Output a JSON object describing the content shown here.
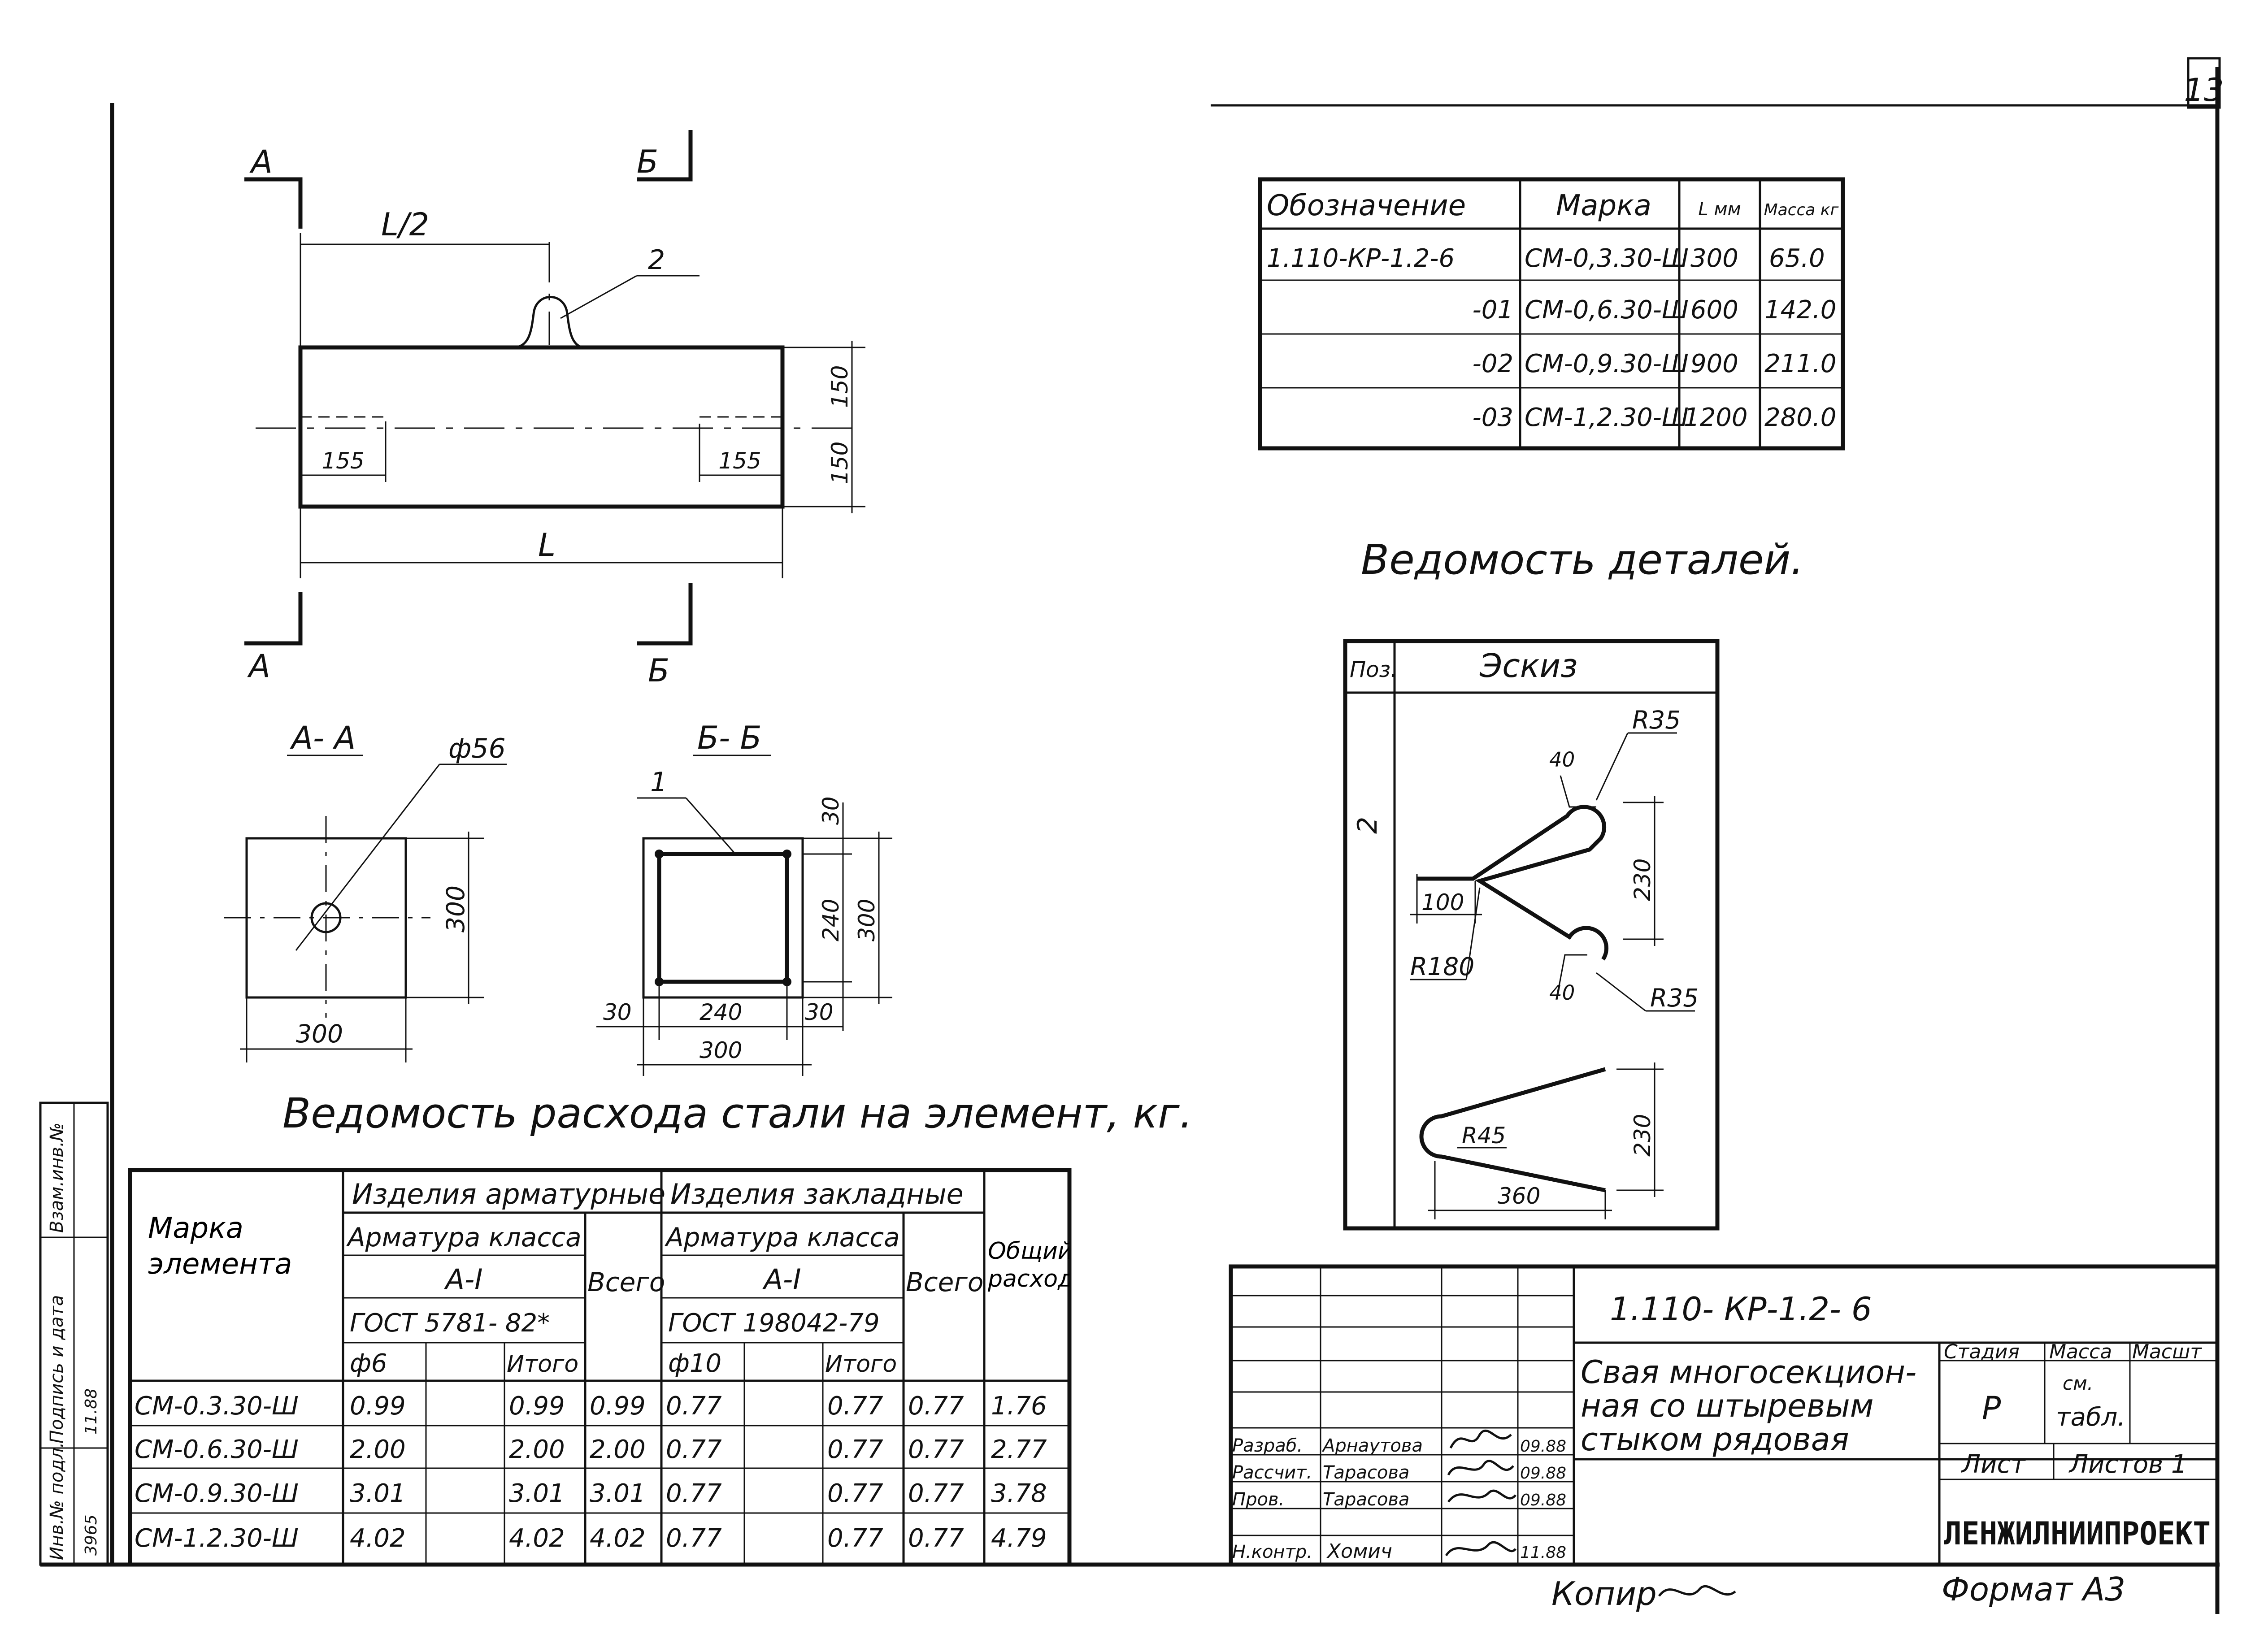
{
  "sheet_number": "13",
  "plan_view": {
    "section_a": "А",
    "section_b": "Б",
    "half_length": "L/2",
    "length": "L",
    "pos_label": "2",
    "dim_height_top": "150",
    "dim_height_bottom": "150",
    "dim_end_left": "155",
    "dim_end_right": "155"
  },
  "section_aa": {
    "title": "А- А",
    "diameter": "ф56",
    "width": "300",
    "height": "300"
  },
  "section_bb": {
    "title": "Б- Б",
    "pos_label": "1",
    "top": "30",
    "inner": "240",
    "total": "300",
    "left": "30",
    "inner_width": "240",
    "right": "30",
    "total_width": "300"
  },
  "steel_title": "Ведомость расхода стали на элемент, кг.",
  "steel_table": {
    "col_mark": "Марка элемента",
    "group_rebar": "Изделия арматурные",
    "group_embedded": "Изделия закладные",
    "class_label": "Арматура класса",
    "class_value": "А-I",
    "gost_rebar": "ГОСТ 5781- 82*",
    "gost_embedded": "ГОСТ 198042-79",
    "sub_d6": "ф6",
    "sub_d10": "ф10",
    "sub_total": "Итого",
    "col_all": "Всего",
    "col_overall": "Общий расход",
    "rows": [
      {
        "mark": "СМ-0.3.30-Ш",
        "d6": "0.99",
        "itogo1": "0.99",
        "vsego1": "0.99",
        "d10": "0.77",
        "itogo2": "0.77",
        "vsego2": "0.77",
        "total": "1.76"
      },
      {
        "mark": "СМ-0.6.30-Ш",
        "d6": "2.00",
        "itogo1": "2.00",
        "vsego1": "2.00",
        "d10": "0.77",
        "itogo2": "0.77",
        "vsego2": "0.77",
        "total": "2.77"
      },
      {
        "mark": "СМ-0.9.30-Ш",
        "d6": "3.01",
        "itogo1": "3.01",
        "vsego1": "3.01",
        "d10": "0.77",
        "itogo2": "0.77",
        "vsego2": "0.77",
        "total": "3.78"
      },
      {
        "mark": "СМ-1.2.30-Ш",
        "d6": "4.02",
        "itogo1": "4.02",
        "vsego1": "4.02",
        "d10": "0.77",
        "itogo2": "0.77",
        "vsego2": "0.77",
        "total": "4.79"
      }
    ]
  },
  "mark_table": {
    "h_designation": "Обозначение",
    "h_mark": "Марка",
    "h_length": "L мм",
    "h_mass": "Масса кг",
    "rows": [
      {
        "designation": "1.110-КР-1.2-6",
        "mark": "СМ-0,3.30-Ш",
        "length": "300",
        "mass": "65.0"
      },
      {
        "designation": "-01",
        "mark": "СМ-0,6.30-Ш",
        "length": "600",
        "mass": "142.0"
      },
      {
        "designation": "-02",
        "mark": "СМ-0,9.30-Ш",
        "length": "900",
        "mass": "211.0"
      },
      {
        "designation": "-03",
        "mark": "СМ-1,2.30-Ш",
        "length": "1200",
        "mass": "280.0"
      }
    ]
  },
  "details_title": "Ведомость деталей.",
  "details_table": {
    "h_pos": "Поз.",
    "h_sketch": "Эскиз",
    "pos": "2",
    "r35_top": "R35",
    "d40_top": "40",
    "d230_top": "230",
    "d100": "100",
    "r180": "R180",
    "d40_bottom": "40",
    "r35_bottom": "R35",
    "r45": "R45",
    "d230_bottom": "230",
    "d360": "360"
  },
  "title_block": {
    "code": "1.110- КР-1.2- 6",
    "name_line1": "Свая многосекцион-",
    "name_line2": "ная со штыревым",
    "name_line3": "стыком рядовая",
    "h_stage": "Стадия",
    "h_mass": "Масса",
    "h_scale": "Масшт",
    "stage": "Р",
    "mass_line1": "см.",
    "mass_line2": "табл.",
    "h_sheet": "Лист",
    "h_sheets": "Листов 1",
    "org": "ЛЕНЖИЛНИИПРОЕКТ",
    "roles": [
      {
        "role": "Разраб.",
        "name": "Арнаутова",
        "date": "09.88"
      },
      {
        "role": "Рассчит.",
        "name": "Тарасова",
        "date": "09.88"
      },
      {
        "role": "Пров.",
        "name": "Тарасова",
        "date": "09.88"
      },
      {
        "role": "Н.контр.",
        "name": "Хомич",
        "date": "11.88"
      }
    ]
  },
  "side_stamp": {
    "inv_original": "Инв.№ подл.",
    "sign_date": "Подпись и дата",
    "replace_inv": "Взам.инв.№",
    "inv_value": "3965",
    "date_value": "11.88"
  },
  "footer": {
    "copied": "Копир",
    "format": "Формат А3"
  }
}
